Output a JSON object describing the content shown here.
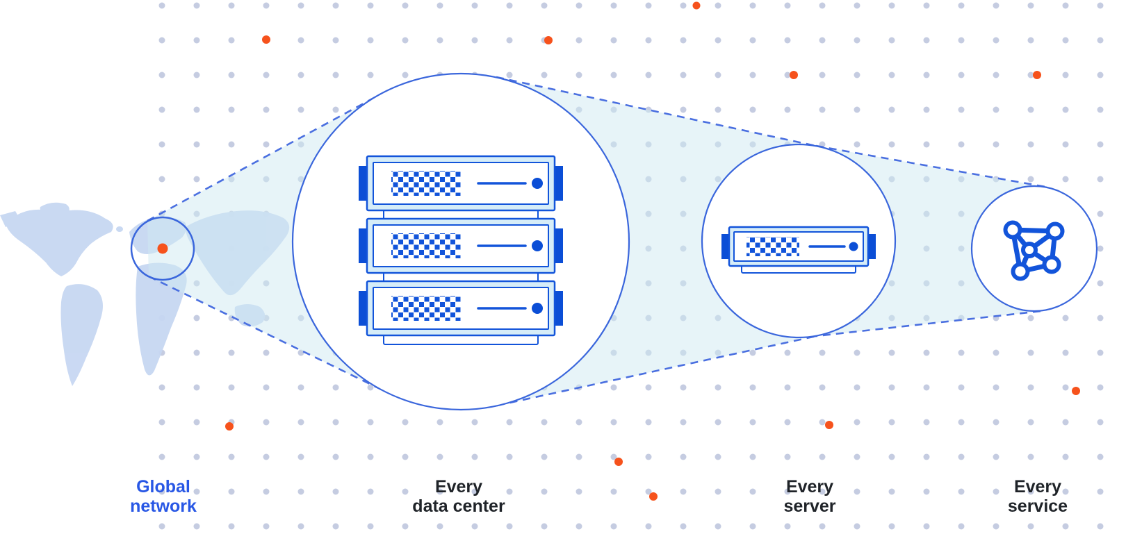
{
  "theme": {
    "grid-dot": "#c5cce1",
    "orange": "#f6521c",
    "map-fill": "#c7d7f2",
    "beam-fill": "#cfe9f2",
    "dash-blue": "#4a6fe0",
    "circle-stroke": "#3a66dc",
    "server-blue": "#1254da",
    "server-dark": "#0b4ed6",
    "server-light": "#d6edf8",
    "label-dark": "#1f2328",
    "label-blue": "#2857e5"
  },
  "stages": [
    {
      "name": "global-network",
      "icon": "world-map-location-ring-icon",
      "label": {
        "full": "Global network",
        "line1": "Global",
        "line2": "network"
      }
    },
    {
      "name": "every-data-center",
      "icon": "server-rack-icon",
      "label": {
        "full": "Every data center",
        "line1": "Every",
        "line2": "data center"
      }
    },
    {
      "name": "every-server",
      "icon": "server-icon",
      "label": {
        "full": "Every server",
        "line1": "Every",
        "line2": "server"
      }
    },
    {
      "name": "every-service",
      "icon": "network-graph-icon",
      "label": {
        "full": "Every service",
        "line1": "Every",
        "line2": "service"
      }
    }
  ]
}
